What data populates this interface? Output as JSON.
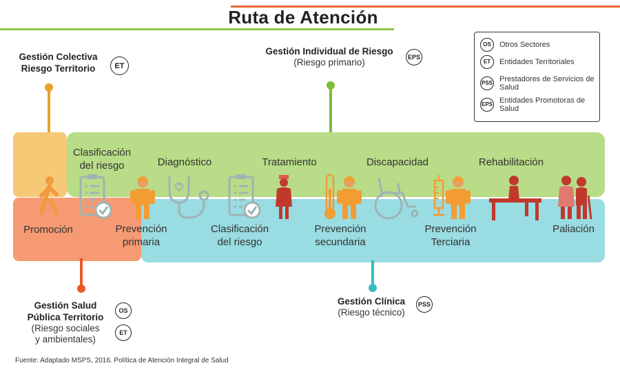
{
  "title": "Ruta de Atención",
  "legend": [
    {
      "code": "OS",
      "label": "Otros Sectores"
    },
    {
      "code": "ET",
      "label": "Entidades Territoriales"
    },
    {
      "code": "PSS",
      "label": "Prestadores de Servicios de Salud"
    },
    {
      "code": "EPS",
      "label": "Entidades Promotoras de Salud"
    }
  ],
  "management": {
    "colectiva": {
      "title_line1": "Gestión Colectiva",
      "title_line2": "Riesgo Territorio",
      "badge": "ET"
    },
    "individual": {
      "title": "Gestión Individual de Riesgo",
      "subtitle": "(Riesgo primario)",
      "badge": "EPS"
    },
    "salud_publica": {
      "title_line1": "Gestión Salud",
      "title_line2": "Pública Territorio",
      "subtitle_line1": "(Riesgo sociales",
      "subtitle_line2": "y ambientales)",
      "badges": [
        "OS",
        "ET"
      ]
    },
    "clinica": {
      "title": "Gestión Clínica",
      "subtitle": "(Riesgo técnico)",
      "badge": "PSS"
    }
  },
  "top_stages": [
    {
      "line1": "Clasificación",
      "line2": "del riesgo"
    },
    {
      "line1": "Diagnóstico"
    },
    {
      "line1": "Tratamiento"
    },
    {
      "line1": "Discapacidad"
    },
    {
      "line1": "Rehabilitación"
    }
  ],
  "bottom_stages": [
    {
      "line1": "Promoción"
    },
    {
      "line1": "Prevención",
      "line2": "primaria"
    },
    {
      "line1": "Clasificación",
      "line2": "del riesgo"
    },
    {
      "line1": "Prevención",
      "line2": "secundaria"
    },
    {
      "line1": "Prevención",
      "line2": "Terciaria"
    },
    {
      "line1": "Paliación"
    }
  ],
  "icons": [
    "walking-person-icon",
    "checklist-icon",
    "masked-person-icon",
    "stethoscope-icon",
    "checklist-icon",
    "nurse-icon",
    "thermometer-icon",
    "masked-person-icon",
    "wheelchair-icon",
    "syringe-icon",
    "masked-person-icon",
    "physiotherapy-table-icon",
    "elderly-couple-icon"
  ],
  "colors": {
    "accent_orange": "#e8672e",
    "accent_green": "#8cc63f",
    "yellow_band": "#f6c977",
    "green_band": "#b8dc87",
    "orange_band": "#f59a73",
    "blue_band": "#99dce2",
    "stem_yellow": "#e8a32a",
    "stem_green": "#7dbb3b",
    "stem_orange": "#e85a24",
    "stem_blue": "#3bb8c2"
  },
  "footer": "Fuente: Adaptado MSPS, 2016. Política de Atención Integral de Salud"
}
